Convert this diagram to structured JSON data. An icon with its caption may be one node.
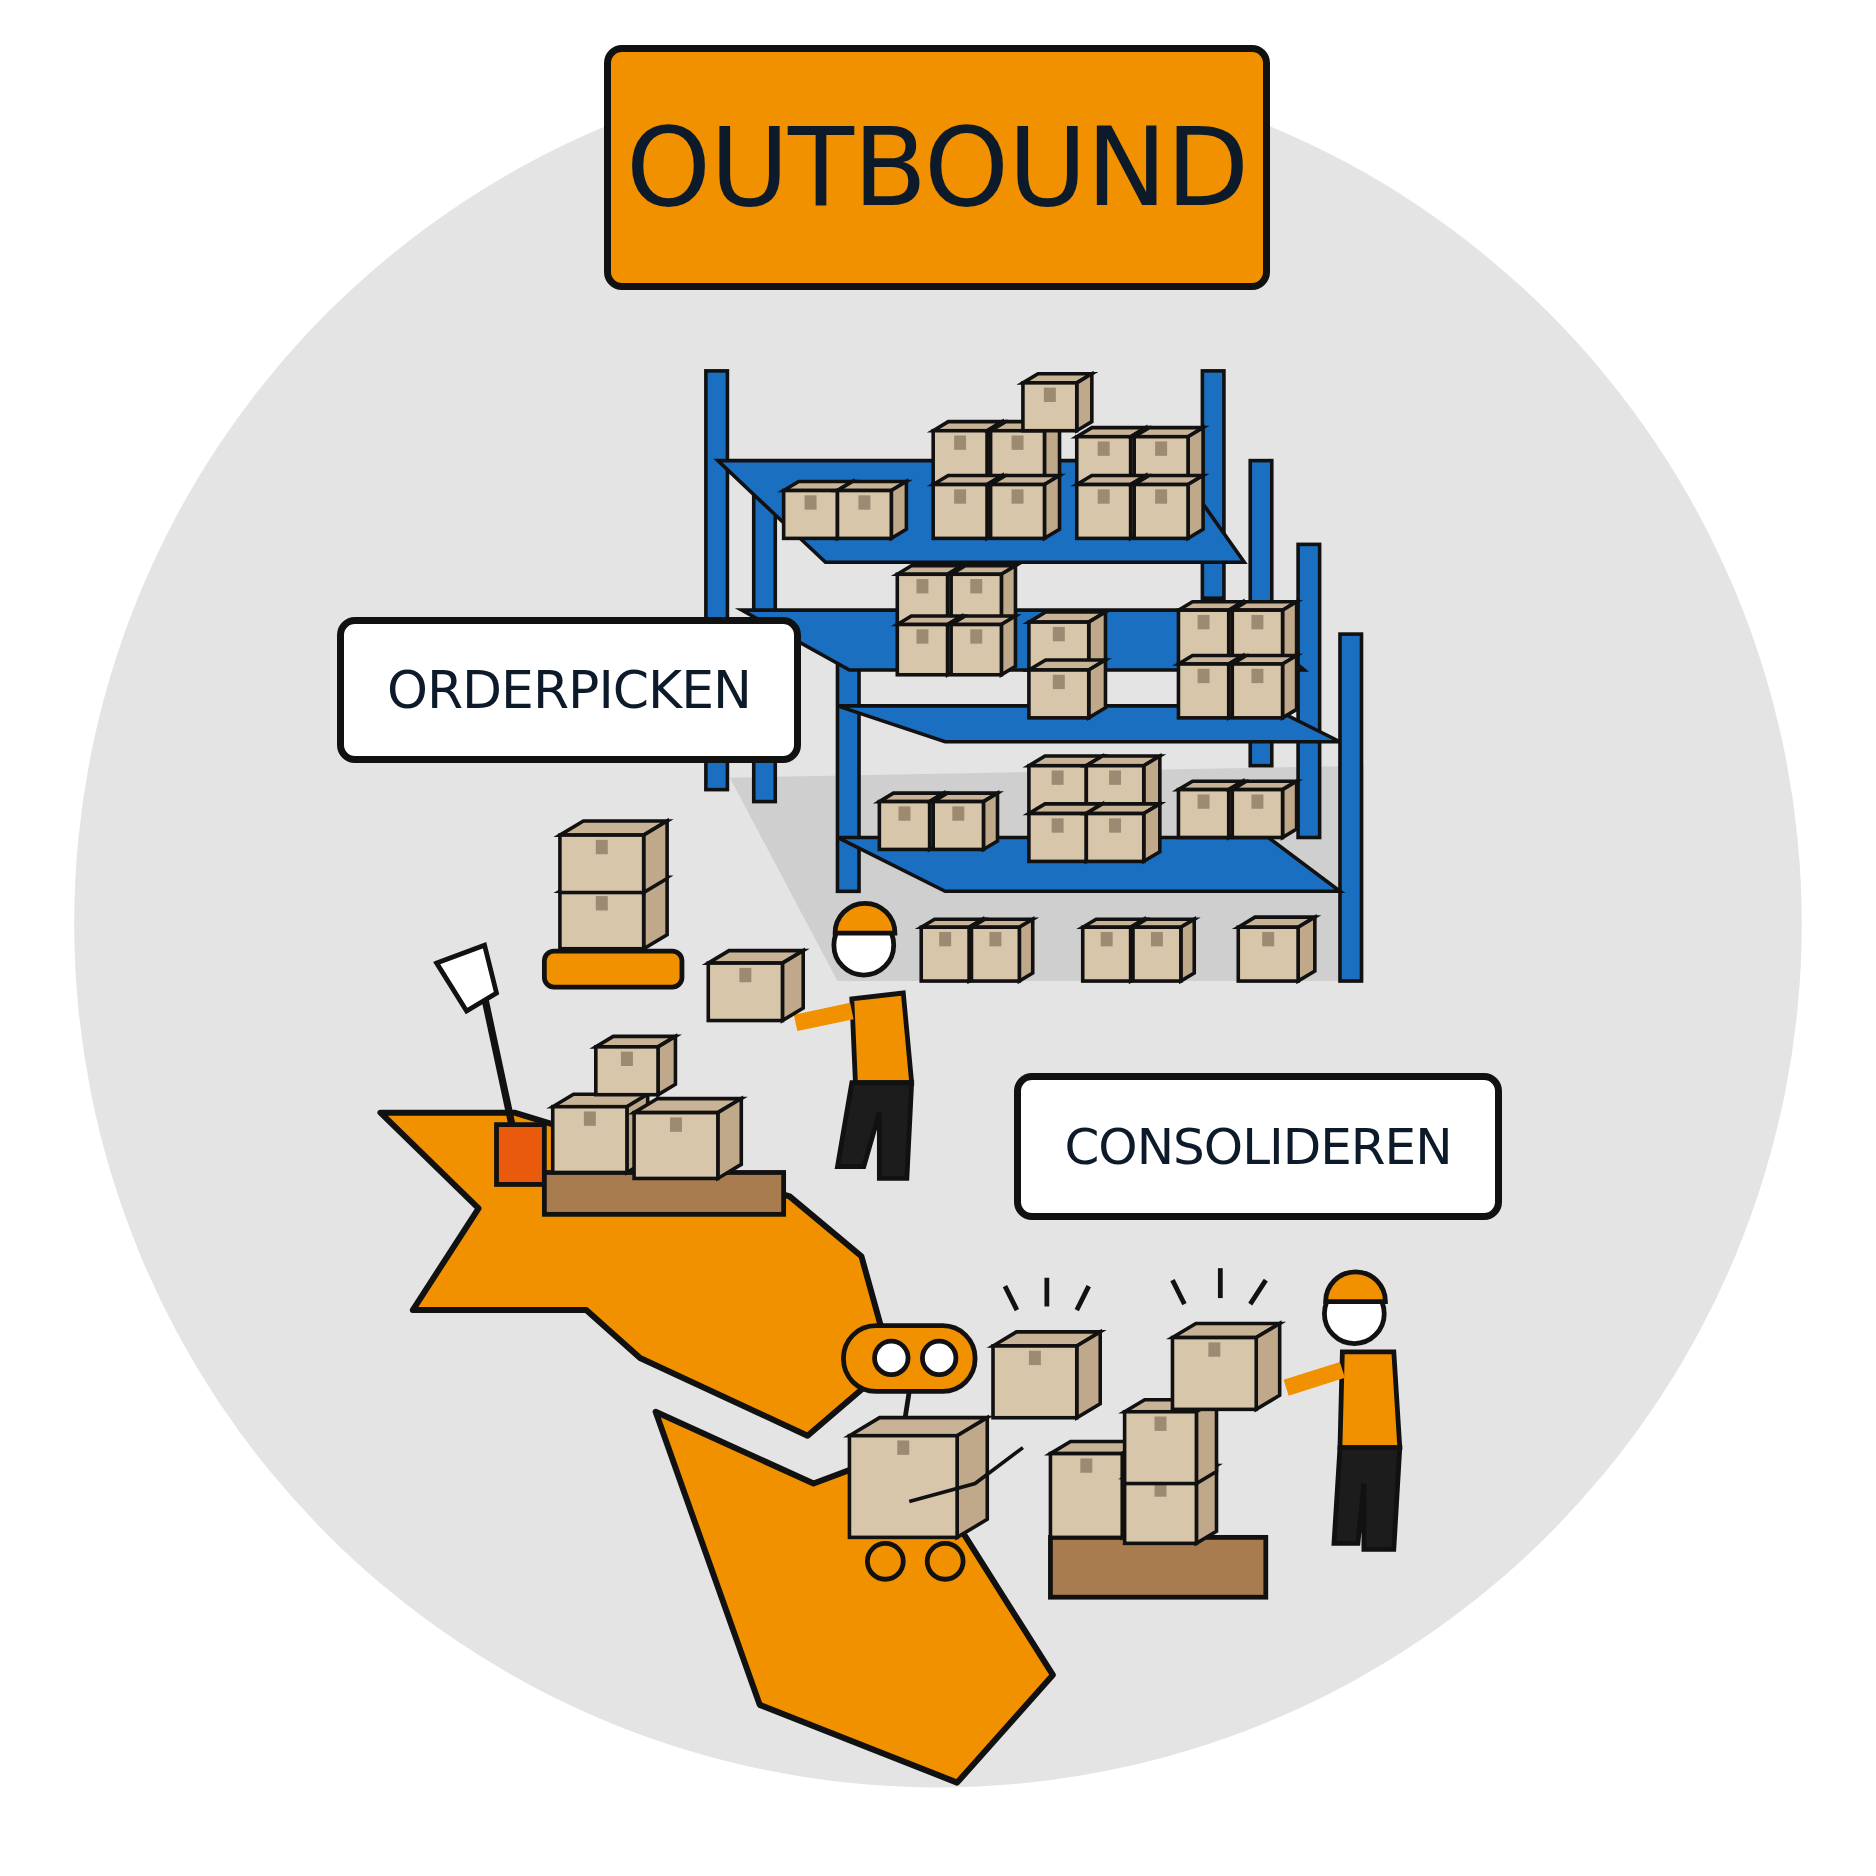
{
  "diagram": {
    "nodes": [
      {
        "text": [
          "OUTBOUND"
        ]
      },
      {
        "text": [
          "ORDERPICKEN"
        ]
      },
      {
        "text": [
          "CONSOLIDEREN"
        ]
      }
    ]
  }
}
